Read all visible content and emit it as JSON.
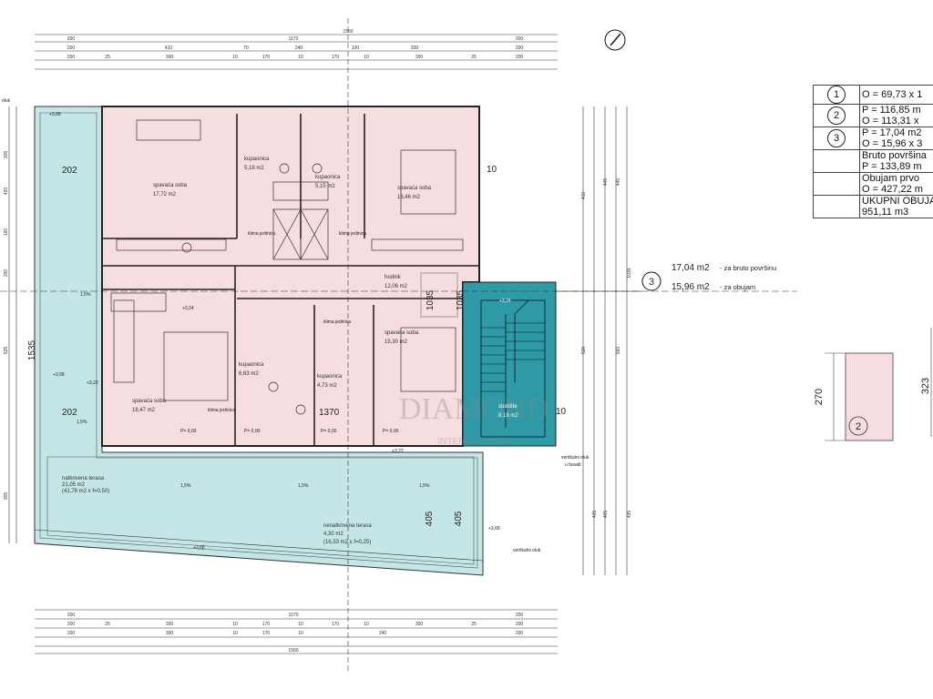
{
  "dims": {
    "top_total": "1560",
    "top_row1": [
      "200",
      "1170",
      "200"
    ],
    "top_row2": [
      "200",
      "410",
      "70",
      "240",
      "100",
      "200",
      "200"
    ],
    "top_row3": [
      "200",
      "25",
      "300",
      "10",
      "170",
      "10",
      "170",
      "10",
      "300",
      "25",
      "200"
    ],
    "bottom_total": "1560",
    "bottom_row1": [
      "200",
      "1070",
      "200"
    ],
    "bottom_row2": [
      "200",
      "25",
      "300",
      "10",
      "170",
      "10",
      "170",
      "10",
      "300",
      "25",
      "200"
    ],
    "bottom_row3": [
      "200",
      "300",
      "10",
      "170",
      "10",
      "240",
      "200"
    ],
    "left": [
      "305",
      "420",
      "160",
      "200",
      "525",
      "305"
    ],
    "right": [
      "410",
      "445",
      "445",
      "1035",
      "500",
      "560",
      "405",
      "405",
      "405"
    ],
    "inner": [
      "1535",
      "1035",
      "1035",
      "405",
      "405",
      "202",
      "202",
      "1370",
      "10",
      "10"
    ]
  },
  "rooms": [
    {
      "name": "spavaća soba",
      "area": "17,72 m2"
    },
    {
      "name": "kupaonica",
      "area": "5,18 m2"
    },
    {
      "name": "kupaonica",
      "area": "5,15 m2"
    },
    {
      "name": "spavaća soba",
      "area": "16,46 m2"
    },
    {
      "name": "hodnik",
      "area": "12,06 m2"
    },
    {
      "name": "spavaća soba",
      "area": "15,30 m2"
    },
    {
      "name": "kupaonica",
      "area": "6,63 m2"
    },
    {
      "name": "kupaonica",
      "area": "4,73 m2"
    },
    {
      "name": "spavaća soba",
      "area": "18,47 m2"
    },
    {
      "name": "stubište",
      "area": "8,19 m2"
    }
  ],
  "terraces": {
    "covered": {
      "name": "natkrivena terasa",
      "area": "21,05 m2",
      "note": "(41,78 m2 x f=0,50)"
    },
    "uncovered": {
      "name": "nenatkrivena terasa",
      "area": "4,30 m2",
      "note": "(16,53 m2 x f=0,25)"
    }
  },
  "levels": [
    "+3,68",
    "+3,24",
    "+3,22",
    "+3,22",
    "+3,24",
    "+3,68",
    "+3,68",
    "+3,68"
  ],
  "slopes": [
    "1,5%",
    "1,5%",
    "1,5%",
    "1,5%",
    "1,5%"
  ],
  "labels": {
    "oluk": "oluk",
    "vertikalni_oluk_fasadi": [
      "vertikalni oluk",
      "u fasadi"
    ],
    "vertikalni_oluk": "vertikalni oluk",
    "klima": "klima jedinica",
    "p0": "P= 0,00"
  },
  "callout": {
    "number": "3",
    "line1": "17,04 m2",
    "line1_suffix": "- za bruto površinu",
    "line2": "15,96 m2",
    "line2_suffix": "- za obujam"
  },
  "legend": [
    {
      "num": "1",
      "lines": [
        "",
        "O = 69,73 x 1"
      ]
    },
    {
      "num": "2",
      "lines": [
        "P = 116,85 m",
        "O = 113,31 x"
      ]
    },
    {
      "num": "3",
      "lines": [
        "P = 17,04 m2",
        "O = 15,96 x 3"
      ]
    },
    {
      "num": "",
      "lines": [
        "Bruto površina",
        "P = 133,89 m"
      ]
    },
    {
      "num": "",
      "lines": [
        "Obujam prvo",
        "O = 427,22 m"
      ]
    },
    {
      "num": "",
      "lines": [
        "UKUPNI OBUJA",
        "951,11 m3"
      ]
    }
  ],
  "section": {
    "h1": "270",
    "h2": "323",
    "num": "2"
  },
  "watermark": {
    "line1": "DIAMOND",
    "line2": "INTERNATIONAL"
  },
  "colors": {
    "pink": "#f5dde0",
    "cyan": "#c4e6e6",
    "teal": "#2e9aa6",
    "line": "#222222"
  }
}
